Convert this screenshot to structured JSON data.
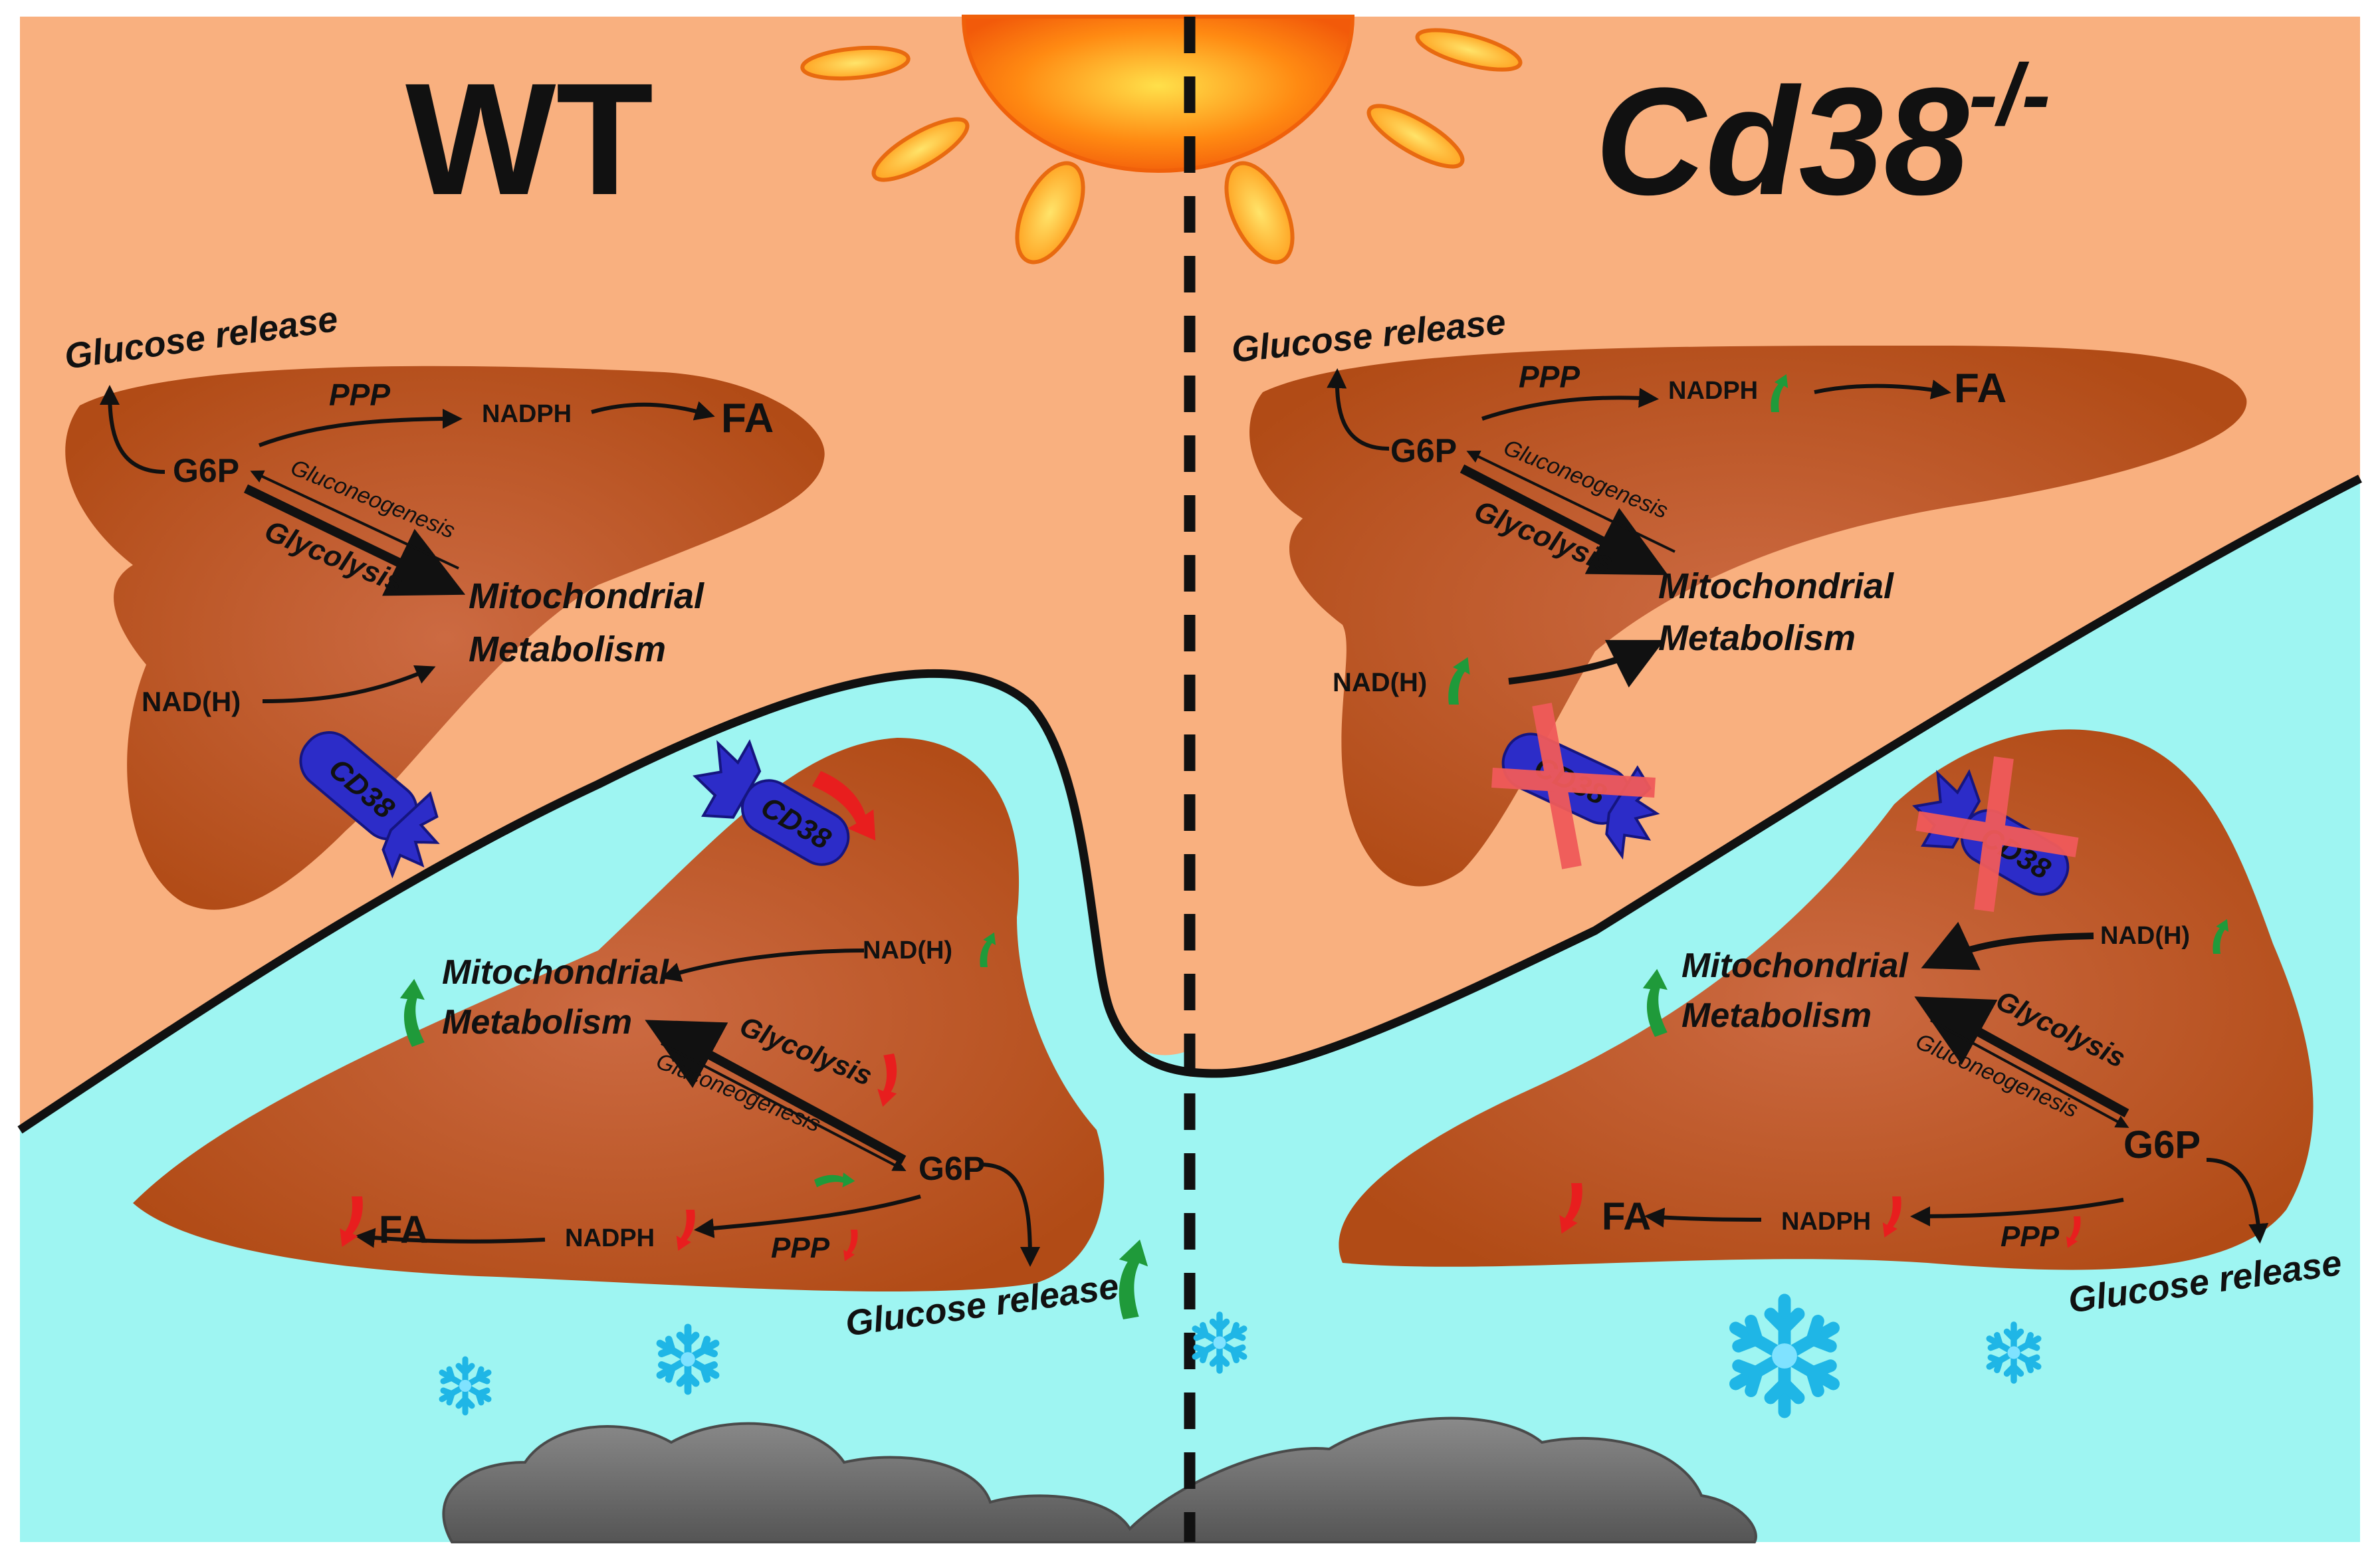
{
  "panels": {
    "left_title": "WT",
    "right_title_main": "Cd38",
    "right_title_sup": "-/-"
  },
  "wt_day": {
    "glucose_release": "Glucose release",
    "ppp": "PPP",
    "nadph": "NADPH",
    "fa": "FA",
    "g6p": "G6P",
    "gluconeogenesis": "Gluconeogenesis",
    "glycolysis": "Glycolysis",
    "mito_line1": "Mitochondrial",
    "mito_line2": "Metabolism",
    "nadh": "NAD(H)",
    "cd38": "CD38"
  },
  "wt_night": {
    "cd38": "CD38",
    "nadh": "NAD(H)",
    "mito_line1": "Mitochondrial",
    "mito_line2": "Metabolism",
    "glycolysis": "Glycolysis",
    "gluconeogenesis": "Gluconeogenesis",
    "g6p": "G6P",
    "fa": "FA",
    "nadph": "NADPH",
    "ppp": "PPP",
    "glucose_release": "Glucose release"
  },
  "ko_day": {
    "glucose_release": "Glucose release",
    "ppp": "PPP",
    "nadph": "NADPH",
    "fa": "FA",
    "g6p": "G6P",
    "gluconeogenesis": "Gluconeogenesis",
    "glycolysis": "Glycolysis",
    "mito_line1": "Mitochondrial",
    "mito_line2": "Metabolism",
    "nadh": "NAD(H)",
    "cd38": "CD38"
  },
  "ko_night": {
    "cd38": "CD38",
    "nadh": "NAD(H)",
    "mito_line1": "Mitochondrial",
    "mito_line2": "Metabolism",
    "glycolysis": "Glycolysis",
    "gluconeogenesis": "Gluconeogenesis",
    "g6p": "G6P",
    "fa": "FA",
    "nadph": "NADPH",
    "ppp": "PPP",
    "glucose_release": "Glucose release"
  },
  "colors": {
    "day_bg": "#f9b07f",
    "night_bg": "#9ef5f2",
    "liver": "#b8501a",
    "liver_center": "#c9653b",
    "cd38": "#2c2cc8",
    "up_arrow": "#1f9a3a",
    "down_arrow": "#e81e1e",
    "knockout_x": "#f05a5a",
    "snow": "#1fb6e6",
    "cloud": "#6a6a6a",
    "sun_core": "#ff7a10",
    "sun_ray": "#ffb020"
  },
  "icons": [
    "sun-icon",
    "cloud-icon",
    "snowflake-icon",
    "up-arrow-icon",
    "down-arrow-icon",
    "knockout-cross-icon"
  ]
}
